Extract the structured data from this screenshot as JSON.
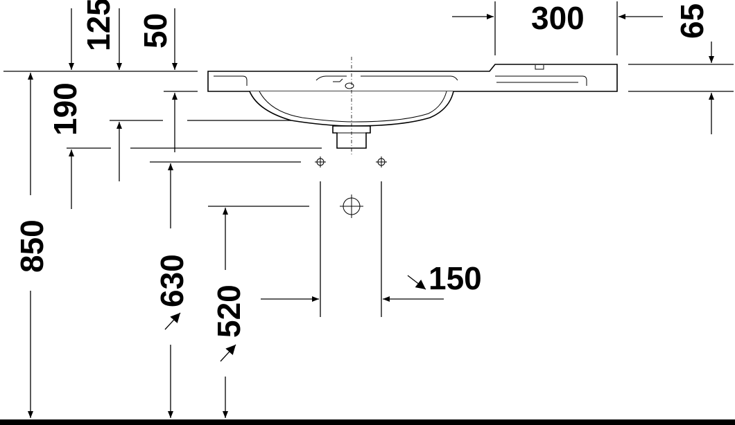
{
  "dimensions": {
    "top_125": "125",
    "top_50": "50",
    "top_300": "300",
    "top_65": "65",
    "side_190": "190",
    "side_850": "850",
    "side_630": "630",
    "side_520": "520",
    "side_150": "150"
  }
}
